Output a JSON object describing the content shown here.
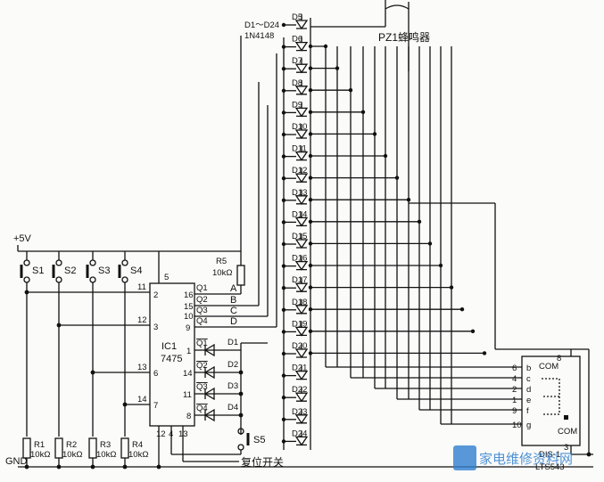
{
  "ic": {
    "ref": "IC1",
    "part": "7475",
    "pins": {
      "in1": "2",
      "in2": "3",
      "in3": "6",
      "in4": "7",
      "vcc": "5",
      "q1": "16",
      "q2": "15",
      "q3": "10",
      "q4": "9",
      "nq1": "1",
      "nq2": "14",
      "nq3": "11",
      "nq4": "8",
      "b1": "12",
      "b2": "4",
      "b3": "13"
    },
    "outs": [
      "Q1",
      "Q2",
      "Q3",
      "Q4"
    ],
    "nouts": [
      "Q1",
      "Q2",
      "Q3",
      "Q4"
    ]
  },
  "ext_pins": [
    "11",
    "12",
    "13",
    "14"
  ],
  "supply": {
    "vcc": "+5V",
    "gnd": "GND"
  },
  "switches": [
    "S1",
    "S2",
    "S3",
    "S4"
  ],
  "resistors": [
    {
      "ref": "R1",
      "val": "10kΩ"
    },
    {
      "ref": "R2",
      "val": "10kΩ"
    },
    {
      "ref": "R3",
      "val": "10kΩ"
    },
    {
      "ref": "R4",
      "val": "10kΩ"
    }
  ],
  "r5": {
    "ref": "R5",
    "val": "10kΩ"
  },
  "reset": {
    "ref": "S5",
    "label": "复位开关"
  },
  "buses": [
    "A",
    "B",
    "C",
    "D"
  ],
  "feedback_diodes": [
    "D1",
    "D2",
    "D3",
    "D4"
  ],
  "matrix_diodes": [
    "D5",
    "D6",
    "D7",
    "D8",
    "D9",
    "D10",
    "D11",
    "D12",
    "D13",
    "D14",
    "D15",
    "D16",
    "D17",
    "D18",
    "D19",
    "D20",
    "D21",
    "D22",
    "D23",
    "D24"
  ],
  "diode_note": {
    "range": "D1～D24",
    "part": "1N4148"
  },
  "buzzer": {
    "ref": "PZ1",
    "label": "蜂鸣器"
  },
  "display": {
    "ref": "DIS-1",
    "part": "LTS543",
    "pins": [
      "6",
      "4",
      "2",
      "1",
      "9",
      "10"
    ],
    "segs": [
      "b",
      "c",
      "d",
      "e",
      "f",
      "g"
    ],
    "com": "COM",
    "com_pins": [
      "8",
      "3"
    ]
  },
  "watermark": "家电维修资料网"
}
